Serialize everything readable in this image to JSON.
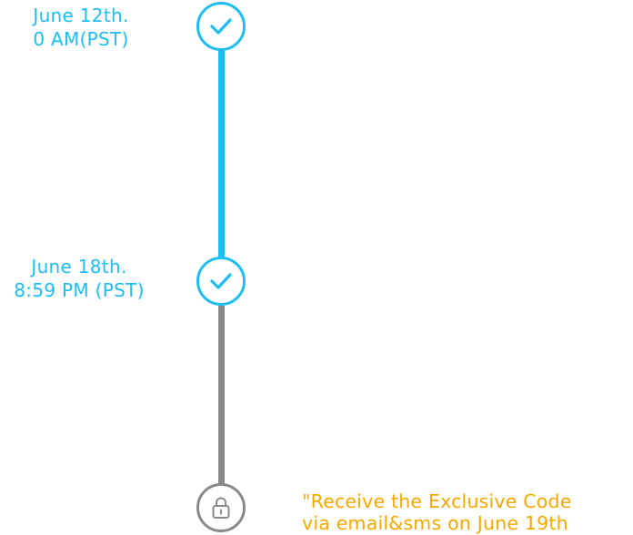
{
  "colors": {
    "active": "#1ebdf3",
    "inactive": "#8a8a8a",
    "note": "#f5a800"
  },
  "milestones": [
    {
      "line1": "June 12th.",
      "line2": "0 AM(PST)",
      "status": "done",
      "icon": "check-icon"
    },
    {
      "line1": "June 18th.",
      "line2": "8:59 PM (PST)",
      "status": "done",
      "icon": "check-icon"
    },
    {
      "status": "locked",
      "icon": "lock-icon"
    }
  ],
  "note": {
    "line1": "\"Receive the Exclusive Code",
    "line2": "via email&sms on June 19th"
  }
}
